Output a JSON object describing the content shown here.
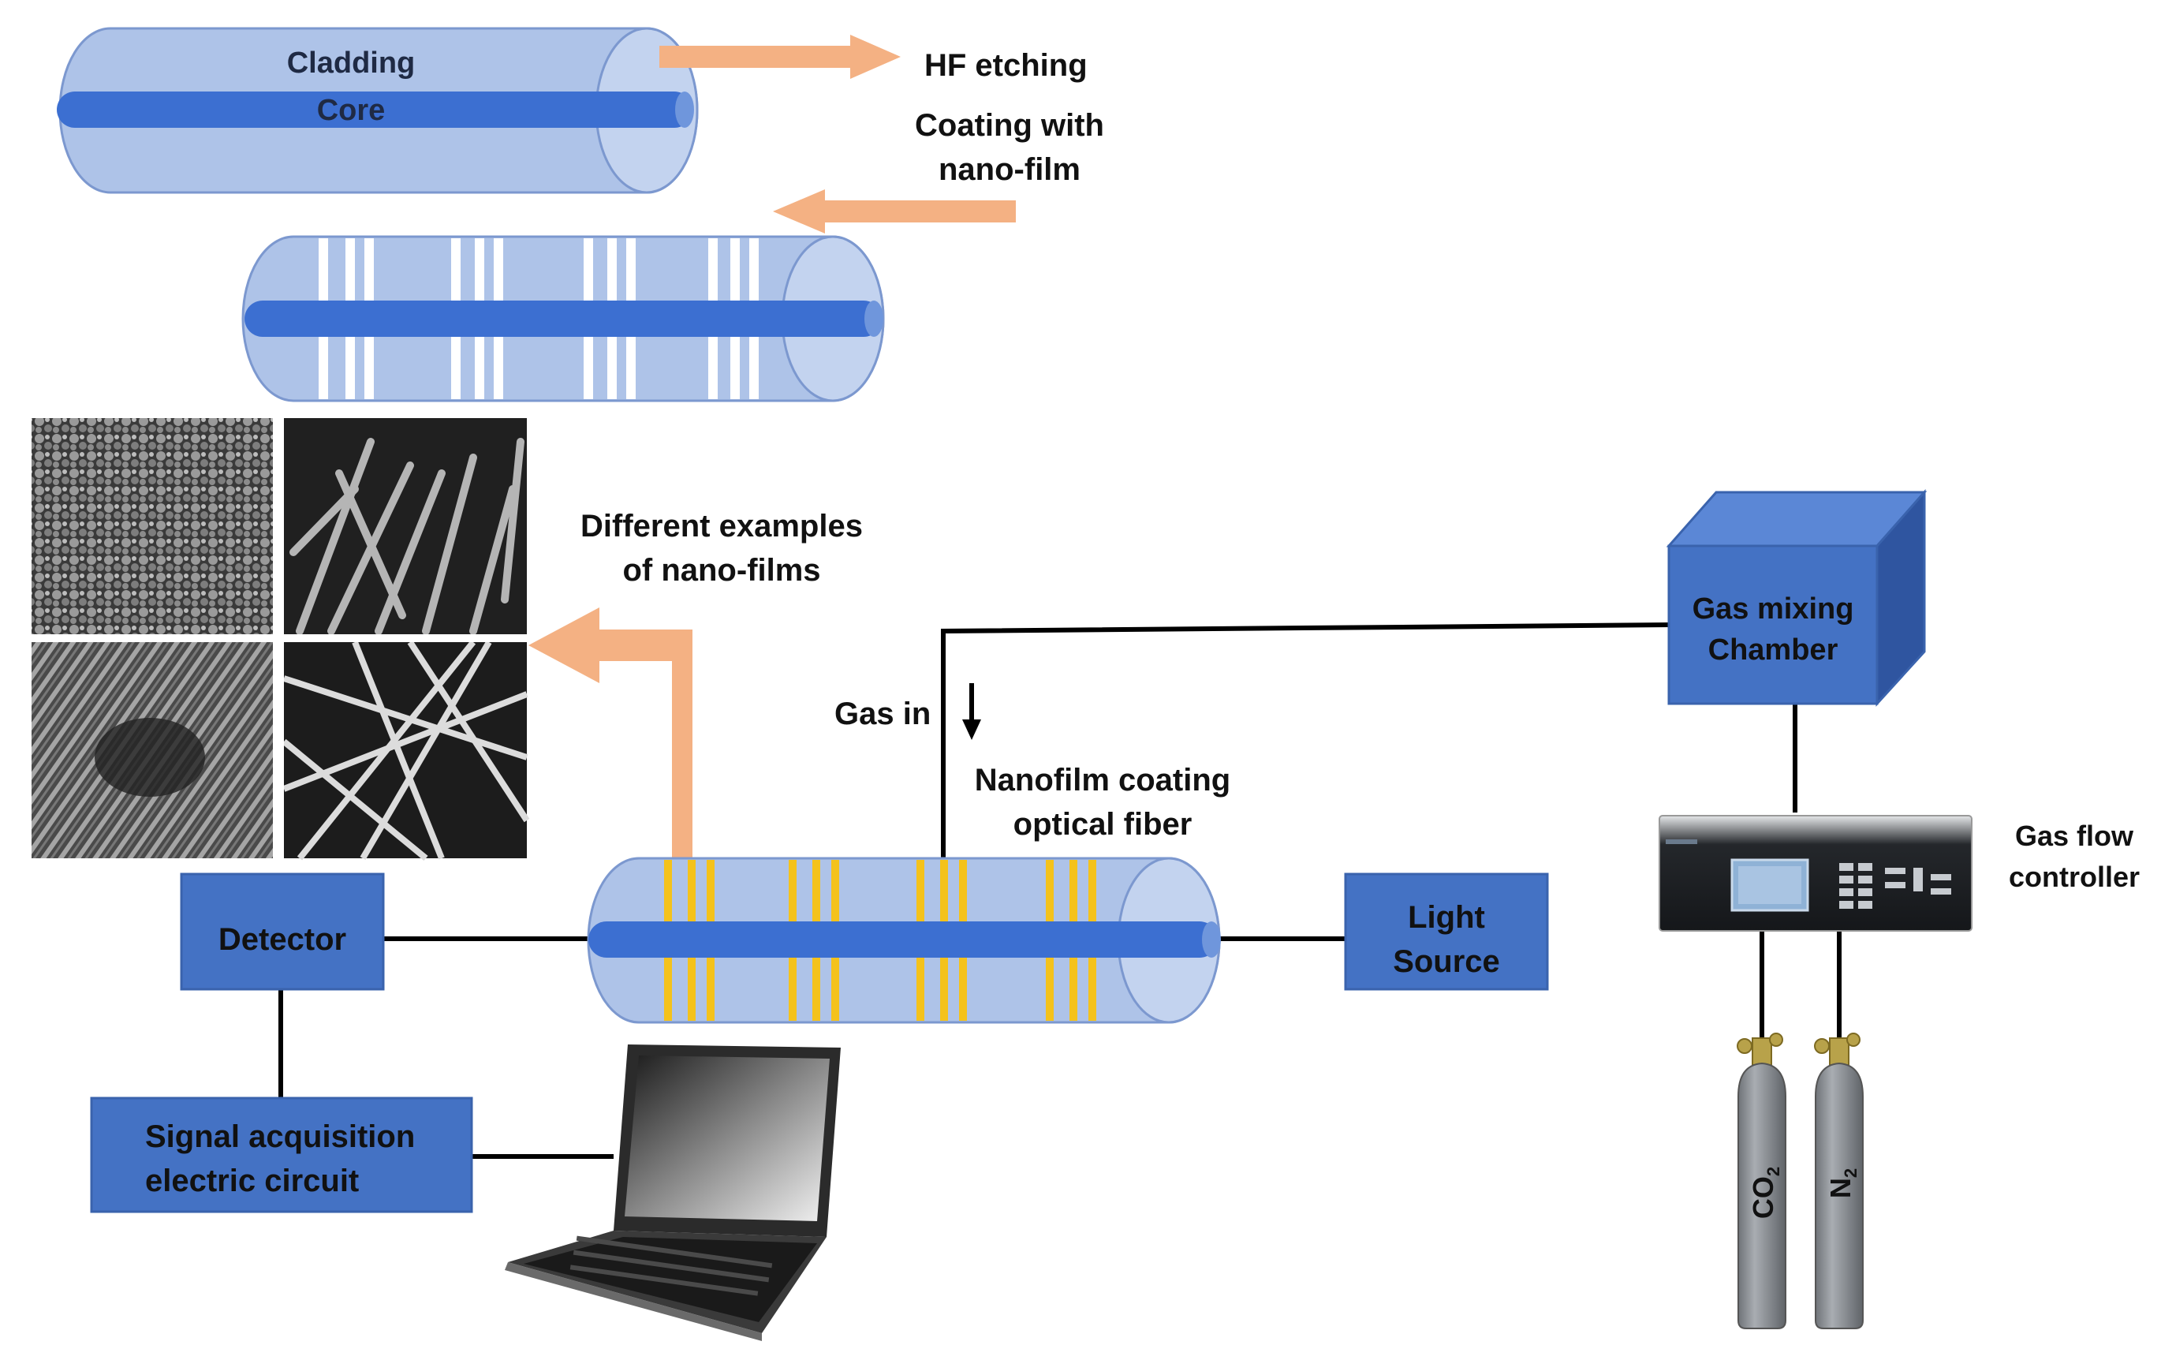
{
  "labels": {
    "cladding": "Cladding",
    "core": "Core",
    "hf_etching": "HF etching",
    "coating_line1": "Coating with",
    "coating_line2": "nano-film",
    "examples_line1": "Different examples",
    "examples_line2": "of nano-films",
    "gas_in": "Gas in",
    "nanofilm_line1": "Nanofilm coating",
    "nanofilm_line2": "optical fiber",
    "detector": "Detector",
    "light_line1": "Light",
    "light_line2": "Source",
    "signal_line1": "Signal acquisition",
    "signal_line2": "electric circuit",
    "gas_mixing_line1": "Gas mixing",
    "gas_mixing_line2": "Chamber",
    "gas_flow_line1": "Gas flow",
    "gas_flow_line2": "controller",
    "cylinder_co2": "CO",
    "cylinder_co2_sub": "2",
    "cylinder_n2": "N",
    "cylinder_n2_sub": "2"
  },
  "colors": {
    "box_blue": "#4472c4",
    "box_border": "#3a63ad",
    "fiber_light": "#aec3e8",
    "fiber_core": "#3c6fd1",
    "arrow_orange": "#f4b183",
    "grating_yellow": "#f4c21b",
    "cylinder_gray": "#8d9196",
    "line_black": "#000000"
  },
  "icons": [
    "laptop-icon",
    "gas-controller-device-icon",
    "gas-cylinder-icon",
    "sem-image-icon"
  ]
}
